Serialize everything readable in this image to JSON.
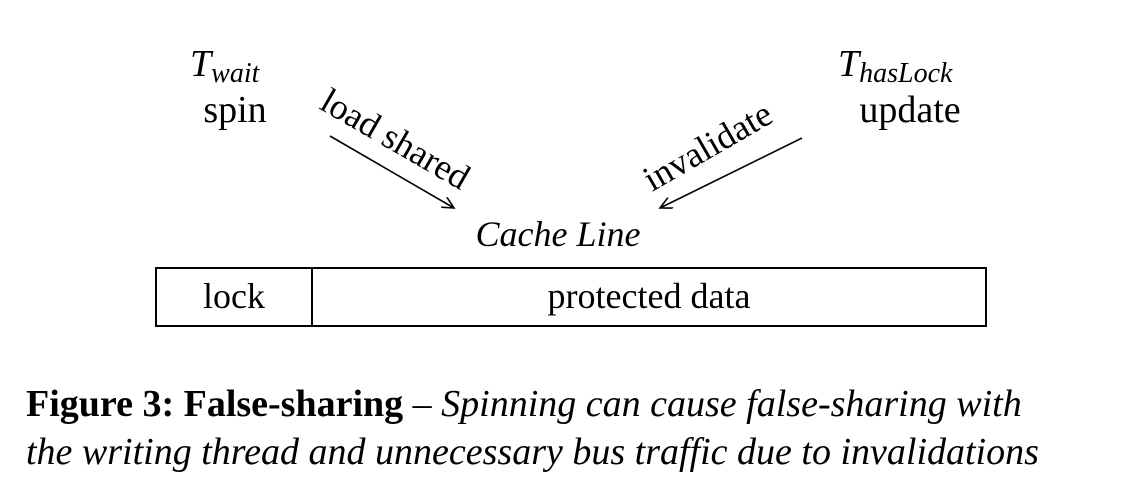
{
  "threads": {
    "waiting": {
      "symbol": "T",
      "subscript": "wait",
      "action": "spin"
    },
    "holding": {
      "symbol": "T",
      "subscript": "hasLock",
      "action": "update"
    }
  },
  "arrows": {
    "left_label": "load shared",
    "right_label": "invalidate"
  },
  "cache_line": {
    "title": "Cache Line",
    "cells": [
      "lock",
      "protected data"
    ]
  },
  "caption": {
    "label": "Figure 3: False-sharing",
    "separator": " – ",
    "text_line1": "Spinning can cause false-sharing with",
    "text_line2": "the writing thread and unnecessary bus traffic due to invalidations"
  }
}
